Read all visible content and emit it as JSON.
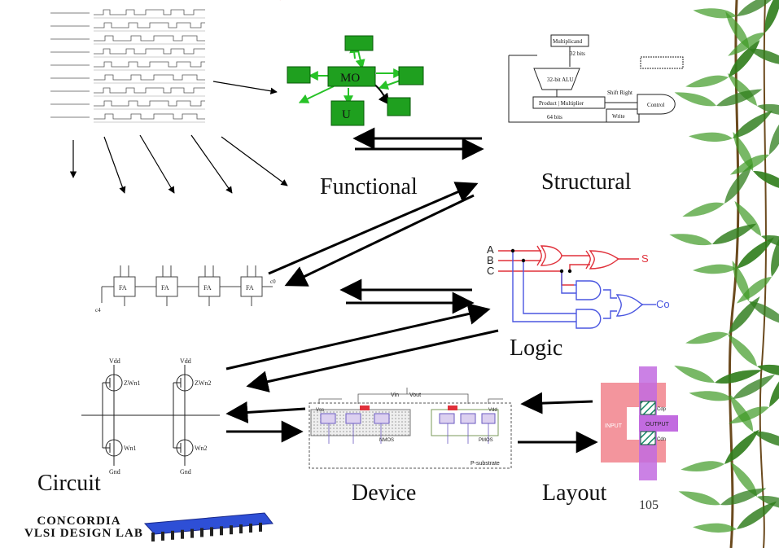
{
  "labels": {
    "functional": "Functional",
    "structural": "Structural",
    "logic": "Logic",
    "circuit": "Circuit",
    "device": "Device",
    "layout": "Layout",
    "page_number": "105"
  },
  "logo": {
    "line1": "CONCORDIA",
    "line2": "VLSI DESIGN LAB"
  },
  "functional_graph": {
    "center_label": "MO",
    "lower_label": "U",
    "node_color": "#1fa01f",
    "edge_color": "#27c227"
  },
  "structural_diagram": {
    "multiplicand": "Multiplicand",
    "bits32": "32 bits",
    "alu": "32-bit ALU",
    "shift_right": "Shift Right",
    "product": "Product | Multiplier",
    "bits64": "64 bits",
    "write": "Write",
    "control": "Control"
  },
  "logic_diagram": {
    "inputs": [
      "A",
      "B",
      "C"
    ],
    "outputs": [
      "S",
      "Co"
    ],
    "wire_red": "#e0303a",
    "wire_blue": "#4a56e0"
  },
  "adder_chain": {
    "cell_label": "FA",
    "count": 4,
    "cout": "c4",
    "cin": "c0"
  },
  "circuit": {
    "vdd": "Vdd",
    "gnd": "Gnd",
    "labels": [
      "ZWn1",
      "Wn1",
      "ZWn2",
      "Wn2"
    ]
  },
  "device": {
    "vin": "Vin",
    "vout": "Vout",
    "vss": "Vss",
    "vdd": "Vdd",
    "nmos": "NMOS",
    "pmos": "PMOS",
    "substrate": "P-substrate"
  },
  "layout_cell": {
    "input": "INPUT",
    "output": "OUTPUT",
    "cdp": "Cdp",
    "cdn": "Cdn",
    "pink": "#f28a92",
    "violet": "#c26be0"
  },
  "background": {
    "bamboo_green": "#2f7d1c"
  }
}
